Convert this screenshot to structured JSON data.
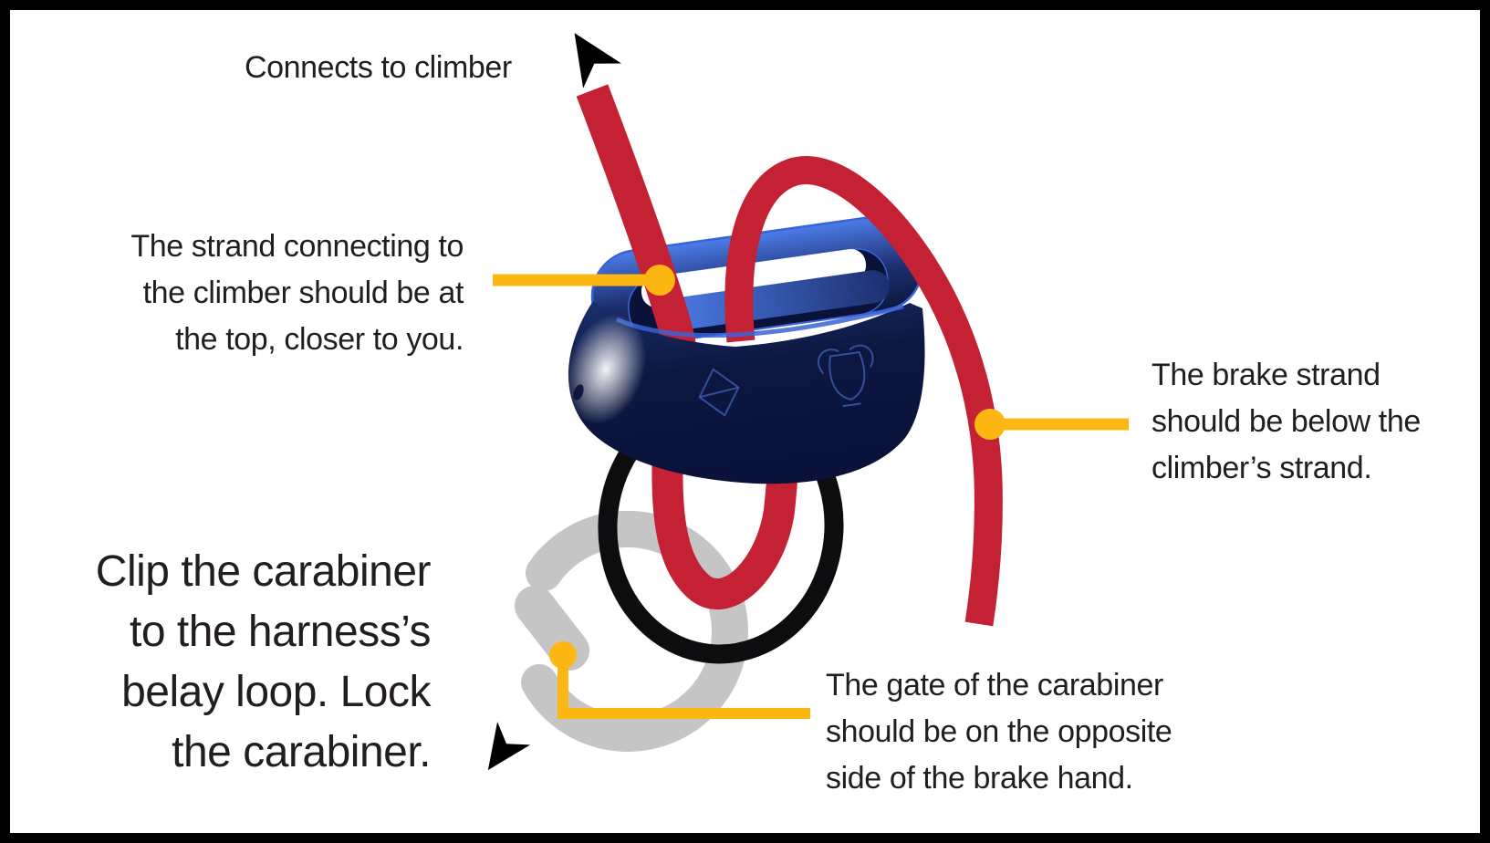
{
  "figure": {
    "type": "instructional-diagram",
    "subject": "How to set up a belay device: rope strands, belay device and locking carabiner"
  },
  "labels": {
    "connects_to_climber": "Connects to climber",
    "climber_strand": {
      "lines": [
        "The strand connecting to",
        "the climber should be at",
        "the top, closer to you."
      ]
    },
    "brake_strand": {
      "lines": [
        "The brake strand",
        "should be below the",
        "climber’s strand."
      ]
    },
    "carabiner_instruction": {
      "lines": [
        "Clip the carabiner",
        "to the harness’s",
        "belay loop. Lock",
        "the carabiner."
      ]
    },
    "carabiner_gate": {
      "lines": [
        "The gate of the carabiner",
        "should be on the opposite",
        "side of the brake hand."
      ]
    }
  },
  "icons": {
    "top_arrow": "arrow-up-left",
    "bottom_arrow": "arrow-down-left"
  },
  "colors": {
    "bg": "#ffffff",
    "frame_black": "#000000",
    "text_color": "#221e1f",
    "rope_red": "#c52134",
    "pointer_yellow": "#fcb713",
    "carabiner_gray": "#c5c5c5",
    "keeper_black": "#0d0d0f",
    "device_navy": "#0c173f",
    "device_deep": "#0a123a",
    "device_mid_blue": "#1c2f6e",
    "device_bright_blue": "#3a63d8",
    "device_light": "#4d7ce8",
    "device_highlight": "#ffffff",
    "logo_blue": "#3c57ae"
  }
}
